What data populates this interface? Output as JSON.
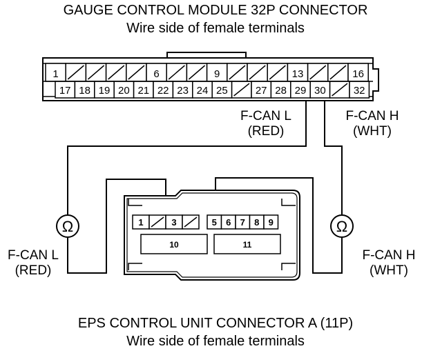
{
  "top_connector": {
    "title": "GAUGE CONTROL MODULE 32P CONNECTOR",
    "subtitle": "Wire side of female terminals",
    "row1": [
      "1",
      "",
      "",
      "",
      "",
      "6",
      "",
      "",
      "9",
      "",
      "",
      "",
      "13",
      "",
      "",
      "16"
    ],
    "row2": [
      "17",
      "18",
      "19",
      "20",
      "21",
      "22",
      "23",
      "24",
      "25",
      "",
      "27",
      "28",
      "29",
      "30",
      "",
      "32"
    ]
  },
  "bottom_connector": {
    "title": "EPS CONTROL UNIT CONNECTOR A (11P)",
    "subtitle": "Wire side of female terminals",
    "left_pins": [
      "1",
      "",
      "3",
      ""
    ],
    "right_pins": [
      "5",
      "6",
      "7",
      "8",
      "9"
    ],
    "pin10": "10",
    "pin11": "11"
  },
  "labels": {
    "fcan_l_top_line1": "F-CAN L",
    "fcan_l_top_line2": "(RED)",
    "fcan_h_top_line1": "F-CAN H",
    "fcan_h_top_line2": "(WHT)",
    "fcan_l_bottom_line1": "F-CAN L",
    "fcan_l_bottom_line2": "(RED)",
    "fcan_h_bottom_line1": "F-CAN H",
    "fcan_h_bottom_line2": "(WHT)"
  },
  "meters": {
    "symbol": "Ω"
  }
}
